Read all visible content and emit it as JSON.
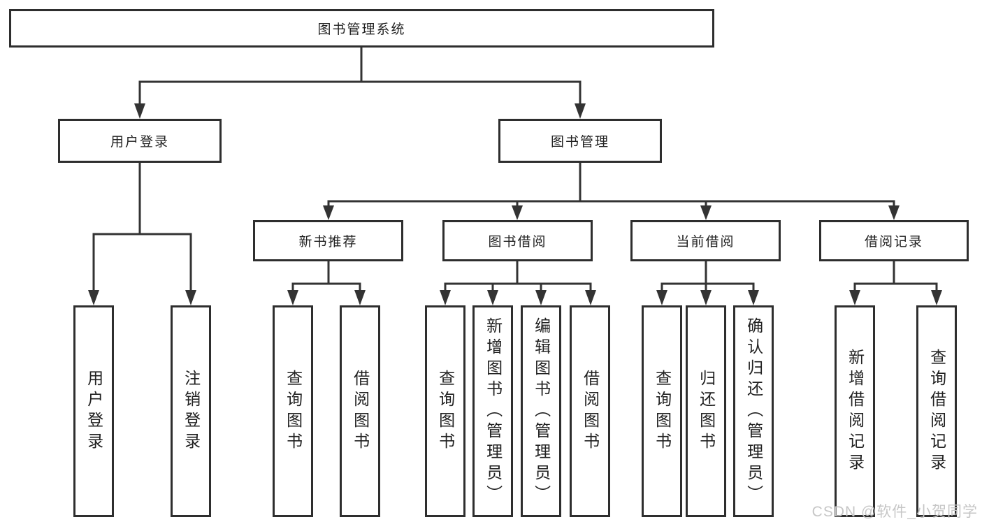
{
  "tree": {
    "root": {
      "label": "图书管理系统",
      "children": [
        {
          "label": "用户登录",
          "children": [
            {
              "label": "用户登录"
            },
            {
              "label": "注销登录"
            }
          ]
        },
        {
          "label": "图书管理",
          "children": [
            {
              "label": "新书推荐",
              "children": [
                {
                  "label": "查询图书"
                },
                {
                  "label": "借阅图书"
                }
              ]
            },
            {
              "label": "图书借阅",
              "children": [
                {
                  "label": "查询图书"
                },
                {
                  "label": "新增图书（管理员）"
                },
                {
                  "label": "编辑图书（管理员）"
                },
                {
                  "label": "借阅图书"
                }
              ]
            },
            {
              "label": "当前借阅",
              "children": [
                {
                  "label": "查询图书"
                },
                {
                  "label": "归还图书"
                },
                {
                  "label": "确认归还（管理员）"
                }
              ]
            },
            {
              "label": "借阅记录",
              "children": [
                {
                  "label": "新增借阅记录"
                },
                {
                  "label": "查询借阅记录"
                }
              ]
            }
          ]
        }
      ]
    }
  },
  "watermark": "CSDN @软件_小贺同学",
  "colors": {
    "line": "#333333",
    "box_border": "#2e2e2e",
    "text": "#212121",
    "watermark": "#c6c6c6",
    "background": "#ffffff"
  }
}
